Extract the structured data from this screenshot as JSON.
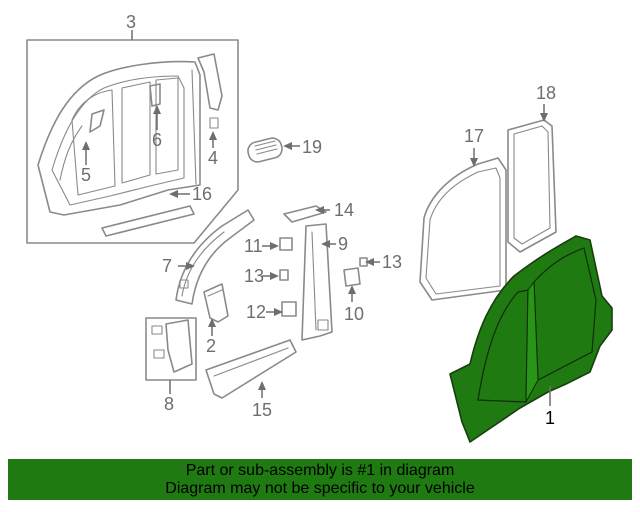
{
  "diagram": {
    "highlight_color": "#1f7a12",
    "highlighted_part": "1",
    "callouts": [
      "1",
      "2",
      "3",
      "4",
      "5",
      "6",
      "7",
      "8",
      "9",
      "10",
      "11",
      "12",
      "13",
      "13",
      "14",
      "15",
      "16",
      "17",
      "18",
      "19"
    ]
  },
  "banner": {
    "line1": "Part or sub-assembly is #1 in diagram",
    "line2": "Diagram may not be specific to your vehicle",
    "background": "#1f7a12"
  }
}
